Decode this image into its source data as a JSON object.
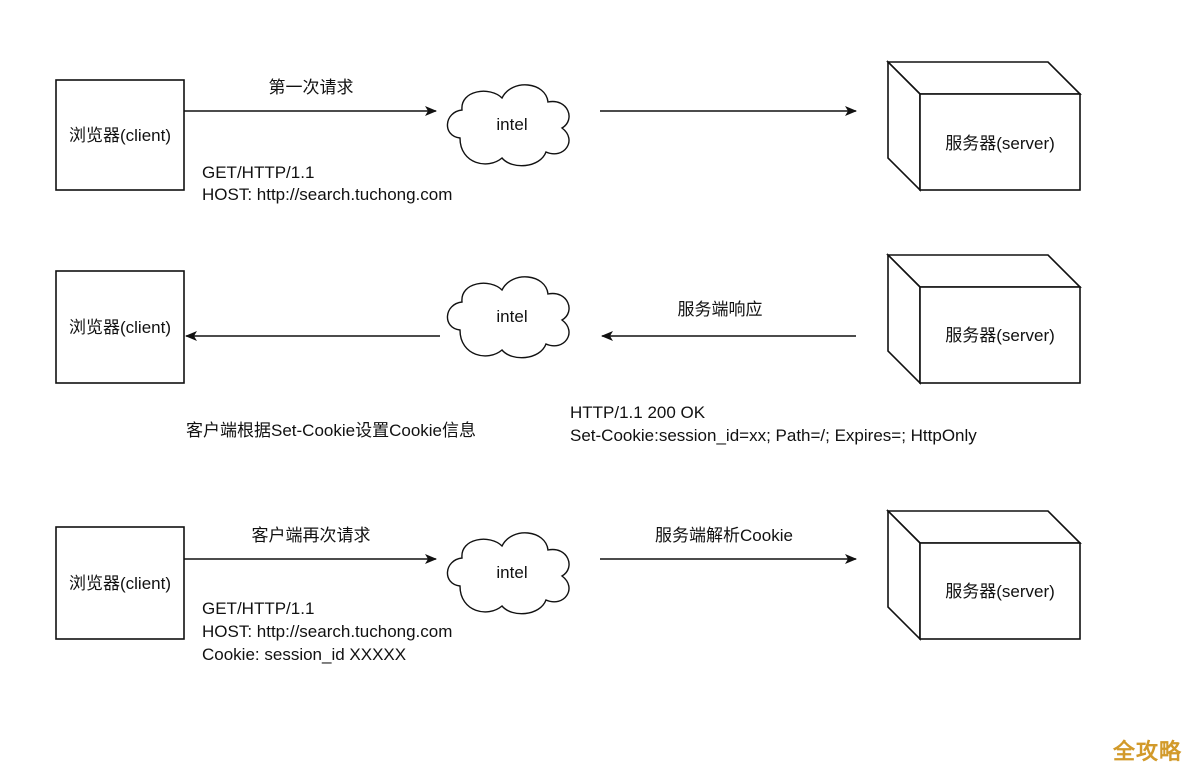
{
  "colors": {
    "line": "#111111",
    "background": "#ffffff",
    "watermark": "#d29a2a"
  },
  "rows": [
    {
      "client_label": "浏览器(client)",
      "cloud_label": "intel",
      "server_label": "服务器(server)",
      "left_arrow_label": "第一次请求",
      "right_arrow_label": "",
      "direction": "to-server",
      "left_note_lines": [
        "GET/HTTP/1.1",
        "HOST: http://search.tuchong.com"
      ],
      "right_note_lines": []
    },
    {
      "client_label": "浏览器(client)",
      "cloud_label": "intel",
      "server_label": "服务器(server)",
      "left_arrow_label": "",
      "right_arrow_label": "服务端响应",
      "direction": "to-client",
      "left_note_lines": [
        "客户端根据Set-Cookie设置Cookie信息"
      ],
      "right_note_lines": [
        "HTTP/1.1 200 OK",
        "Set-Cookie:session_id=xx; Path=/; Expires=; HttpOnly"
      ]
    },
    {
      "client_label": "浏览器(client)",
      "cloud_label": "intel",
      "server_label": "服务器(server)",
      "left_arrow_label": "客户端再次请求",
      "right_arrow_label": "服务端解析Cookie",
      "direction": "to-server",
      "left_note_lines": [
        "GET/HTTP/1.1",
        "HOST: http://search.tuchong.com",
        "Cookie: session_id XXXXX"
      ],
      "right_note_lines": []
    }
  ],
  "watermark": "全攻略"
}
